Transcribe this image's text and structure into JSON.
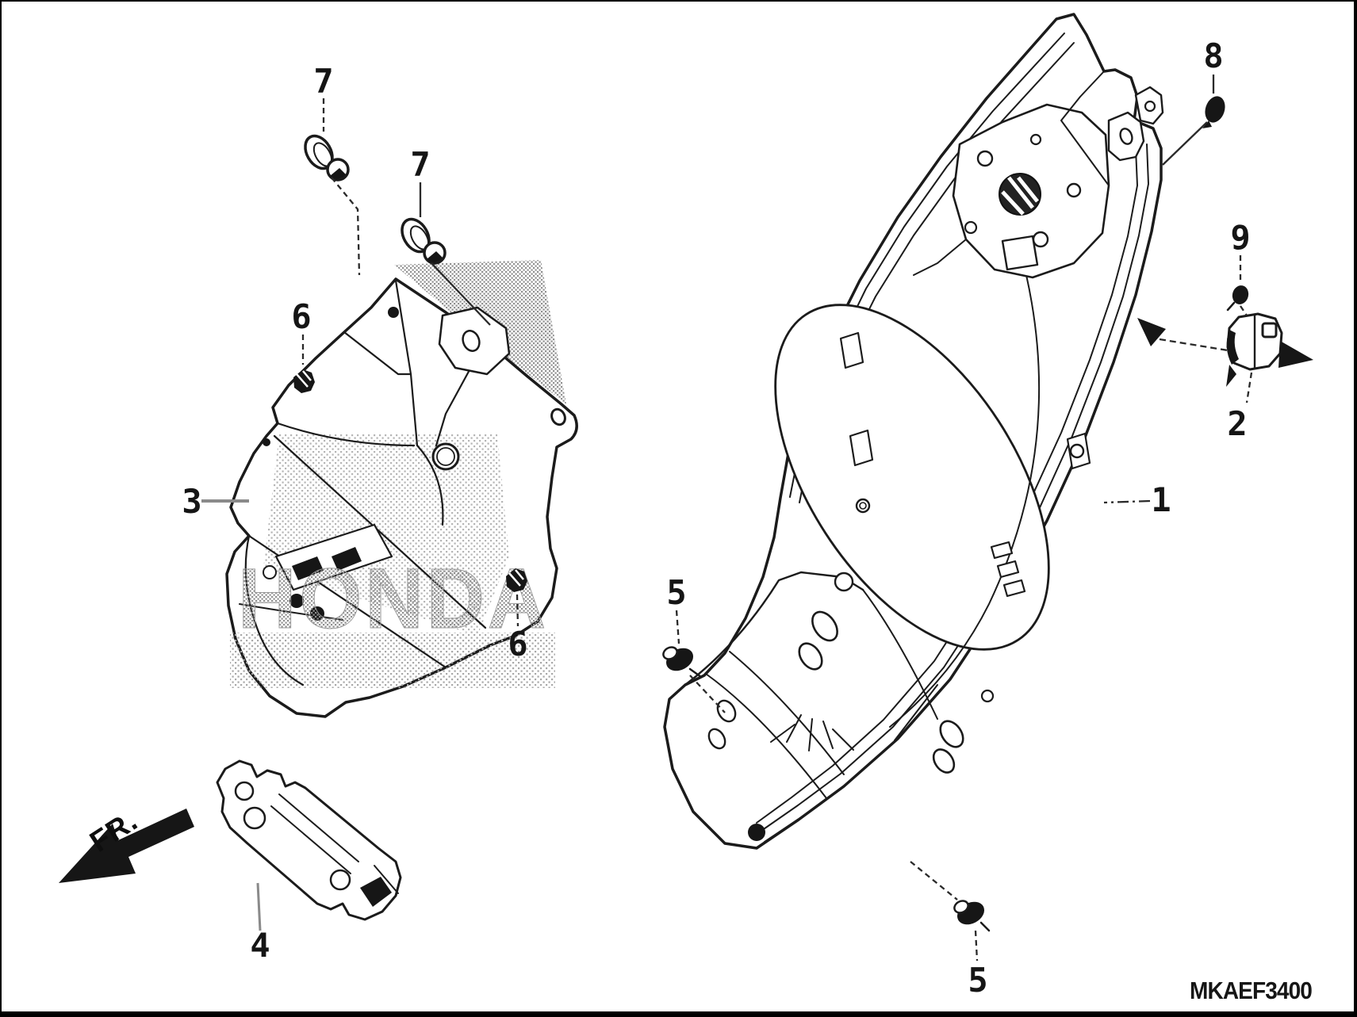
{
  "diagram": {
    "code": "MKAEF3400",
    "direction_label": "FR.",
    "watermark": "HONDA",
    "callouts": {
      "c1": "1",
      "c2": "2",
      "c3": "3",
      "c4": "4",
      "c5a": "5",
      "c5b": "5",
      "c6a": "6",
      "c6b": "6",
      "c7a": "7",
      "c7b": "7",
      "c8": "8",
      "c9": "9"
    },
    "colors": {
      "background": "#ffffff",
      "line": "#1b1b1b",
      "leader_gray": "#8a8a8a",
      "halftone": "#8f8f8f",
      "border": "#000000"
    }
  }
}
